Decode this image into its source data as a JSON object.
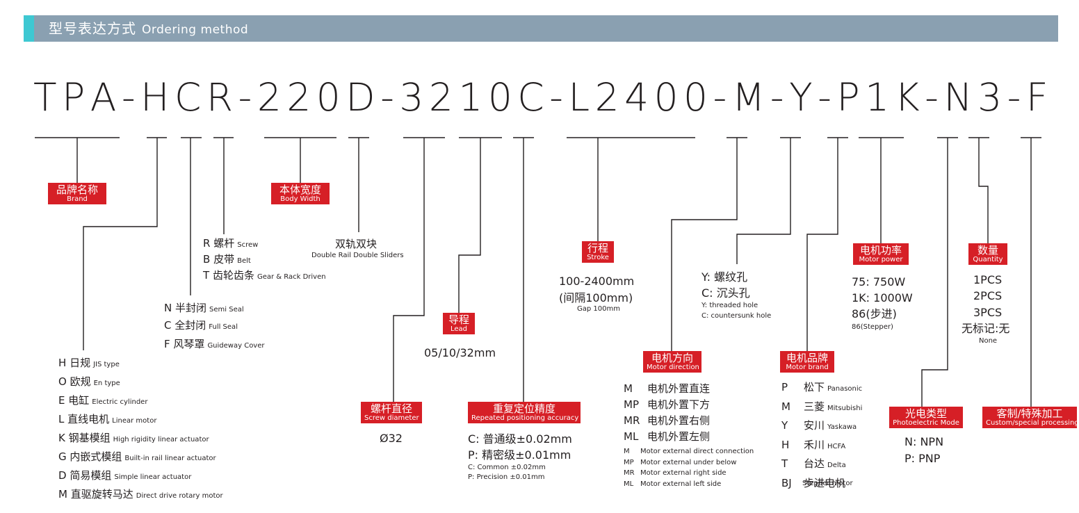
{
  "header": {
    "title_cn": "型号表达方式",
    "title_en": "Ordering method"
  },
  "code_chars": [
    "T",
    "P",
    "A",
    "-",
    "H",
    "C",
    "R",
    "-",
    "2",
    "2",
    "0",
    "D",
    "-",
    "3",
    "2",
    "1",
    "0",
    "C",
    "-",
    "L",
    "2",
    "4",
    "0",
    "0",
    "-",
    "M",
    "-",
    "Y",
    "-",
    "P",
    "1",
    "K",
    "-",
    "N",
    "3",
    "-",
    "F"
  ],
  "tags": {
    "brand": {
      "cn": "品牌名称",
      "en": "Brand"
    },
    "body_width": {
      "cn": "本体宽度",
      "en": "Body Width"
    },
    "stroke": {
      "cn": "行程",
      "en": "Stroke"
    },
    "lead": {
      "cn": "导程",
      "en": "Lead"
    },
    "screw_diameter": {
      "cn": "螺杆直径",
      "en": "Screw diameter"
    },
    "accuracy": {
      "cn": "重复定位精度",
      "en": "Repeated positioning accuracy"
    },
    "motor_direction": {
      "cn": "电机方向",
      "en": "Motor direction"
    },
    "motor_brand": {
      "cn": "电机品牌",
      "en": "Motor brand"
    },
    "motor_power": {
      "cn": "电机功率",
      "en": "Motor power"
    },
    "quantity": {
      "cn": "数量",
      "en": "Quantity"
    },
    "photo_type": {
      "cn": "光电类型",
      "en": "Photoelectric Mode"
    },
    "custom": {
      "cn": "客制/特殊加工",
      "en": "Custom/special processing"
    }
  },
  "drive": [
    {
      "code": "R",
      "cn": "螺杆",
      "en": "Screw"
    },
    {
      "code": "B",
      "cn": "皮带",
      "en": "Belt"
    },
    {
      "code": "T",
      "cn": "齿轮齿条",
      "en": "Gear & Rack Driven"
    }
  ],
  "double_rail": {
    "cn": "双轨双块",
    "en": "Double Rail Double Sliders"
  },
  "seal": [
    {
      "code": "N",
      "cn": "半封闭",
      "en": "Semi Seal"
    },
    {
      "code": "C",
      "cn": "全封闭",
      "en": "Full Seal"
    },
    {
      "code": "F",
      "cn": "风琴罩",
      "en": "Guideway Cover"
    }
  ],
  "type": [
    {
      "code": "H",
      "cn": "日规",
      "en": "JIS type"
    },
    {
      "code": "O",
      "cn": "欧规",
      "en": "En type"
    },
    {
      "code": "E",
      "cn": "电缸",
      "en": "Electric cylinder"
    },
    {
      "code": "L",
      "cn": "直线电机",
      "en": "Linear motor"
    },
    {
      "code": "K",
      "cn": "钢基模组",
      "en": "High rigidity linear actuator"
    },
    {
      "code": "G",
      "cn": "内嵌式模组",
      "en": "Built-in rail linear actuator"
    },
    {
      "code": "D",
      "cn": "简易模组",
      "en": "Simple linear actuator"
    },
    {
      "code": "M",
      "cn": "直驱旋转马达",
      "en": "Direct drive rotary motor"
    }
  ],
  "stroke_info": {
    "range": "100-2400mm",
    "gap": "(间隔100mm)",
    "gap_en": "Gap 100mm"
  },
  "lead_value": "05/10/32mm",
  "screw_value": "Ø32",
  "accuracy_info": {
    "l1": "C: 普通级±0.02mm",
    "l2": "P: 精密级±0.01mm",
    "l3": "C: Common ±0.02mm",
    "l4": "P: Precision ±0.01mm"
  },
  "hole": {
    "l1": "Y: 螺纹孔",
    "l2": "C: 沉头孔",
    "l3": "Y: threaded hole",
    "l4": "C: countersunk hole"
  },
  "direction": [
    {
      "code": "M",
      "cn": "电机外置直连",
      "en": "Motor external direct connection"
    },
    {
      "code": "MP",
      "cn": "电机外置下方",
      "en": "Motor external under below"
    },
    {
      "code": "MR",
      "cn": "电机外置右侧",
      "en": "Motor external right side"
    },
    {
      "code": "ML",
      "cn": "电机外置左侧",
      "en": "Motor external left side"
    }
  ],
  "motor_brands": [
    {
      "code": "P",
      "cn": "松下",
      "en": "Panasonic"
    },
    {
      "code": "M",
      "cn": "三菱",
      "en": "Mitsubishi"
    },
    {
      "code": "Y",
      "cn": "安川",
      "en": "Yaskawa"
    },
    {
      "code": "H",
      "cn": "禾川",
      "en": "HCFA"
    },
    {
      "code": "T",
      "cn": "台达",
      "en": "Delta"
    },
    {
      "code": "BJ",
      "cn": "步进电机",
      "en": "Stepper motor"
    }
  ],
  "power": {
    "l1": "75: 750W",
    "l2": "1K: 1000W",
    "l3": "86(步进)",
    "l4": "86(Stepper)"
  },
  "quantity_info": {
    "l1": "1PCS",
    "l2": "2PCS",
    "l3": "3PCS",
    "l4": "无标记:无",
    "l5": "None"
  },
  "photo": {
    "l1": "N: NPN",
    "l2": "P: PNP"
  },
  "colors": {
    "header_bg": "#8aa0b1",
    "header_accent": "#3ec8d2",
    "tag_red": "#d61f26",
    "text": "#231f20"
  }
}
